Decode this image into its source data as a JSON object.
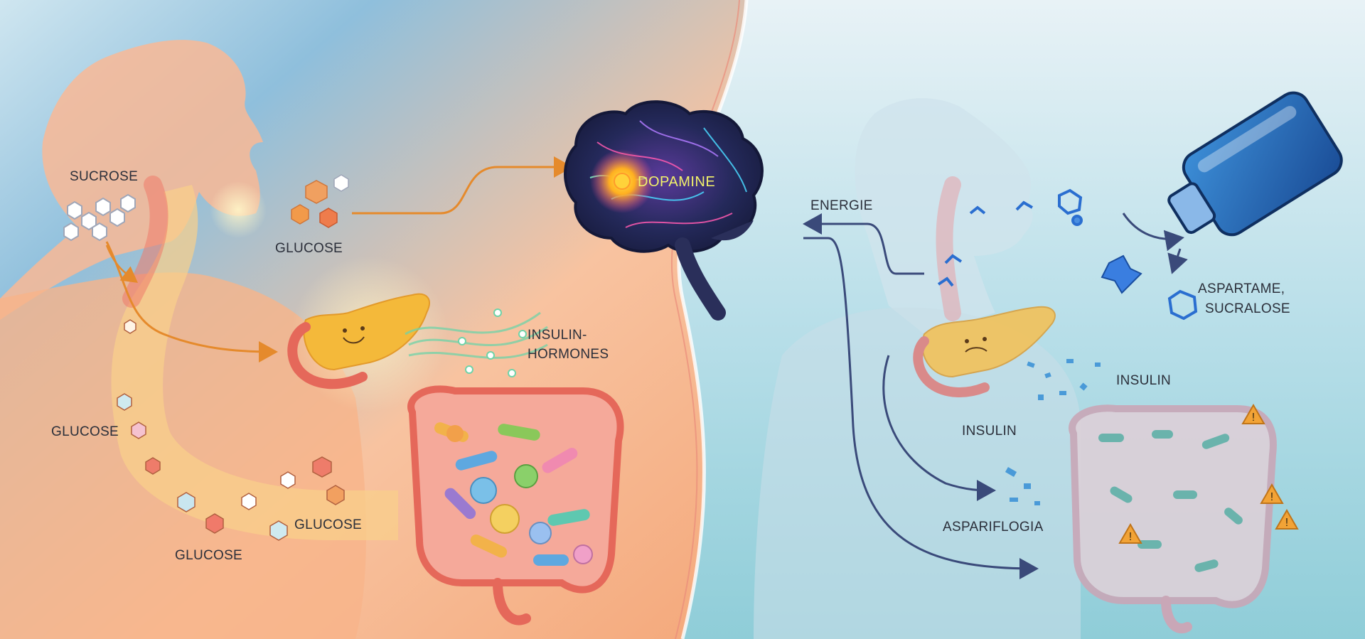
{
  "labels": {
    "sucrose": "SUCROSE",
    "glucose_mouth": "GLUCOSE",
    "dopamine": "DOPAMINE",
    "insulin_hormones_1": "INSULIN-",
    "insulin_hormones_2": "HORMONES",
    "glucose_left": "GLUCOSE",
    "glucose_gut": "GLUCOSE",
    "glucose_bottom": "GLUCOSE",
    "energie": "ENERGIE",
    "aspartame_1": "ASPARTAME,",
    "aspartame_2": "SUCRALOSE",
    "insulin_right": "INSULIN",
    "insulin_mid": "INSULIN",
    "asparflogia": "ASPARIFLOGIA"
  },
  "colors": {
    "left_bg": "#f6b58c",
    "right_bg": "#a9d7e4",
    "sugar_arrow": "#e58a2c",
    "sweetener_arrow": "#3a4a7a",
    "brain": "#2a2f5a",
    "pancreas": "#f4b93a",
    "gut_left": "#f39a8a",
    "gut_right": "#c9a7b7",
    "warning": "#f2a336"
  },
  "icons": {
    "happy_pancreas": "happy-face-icon",
    "sad_pancreas": "sad-face-icon",
    "warning": "warning-triangle-icon",
    "bottle": "sweetener-bottle-icon"
  }
}
